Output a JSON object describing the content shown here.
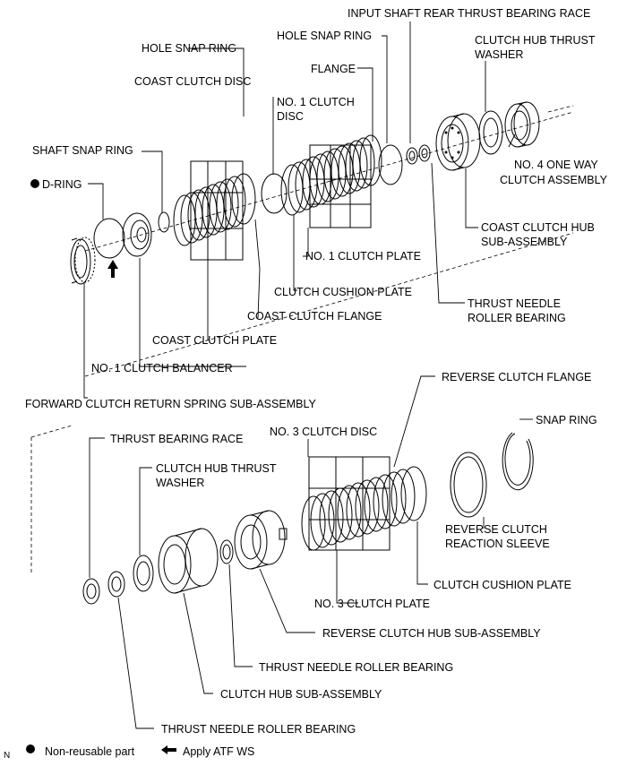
{
  "labels": {
    "input_shaft_rear_thrust_bearing_race": "INPUT SHAFT REAR THRUST BEARING RACE",
    "hole_snap_ring_a": "HOLE SNAP RING",
    "hole_snap_ring_b": "HOLE SNAP RING",
    "clutch_hub_thrust_washer_top_1": "CLUTCH HUB THRUST",
    "clutch_hub_thrust_washer_top_2": "WASHER",
    "flange": "FLANGE",
    "coast_clutch_disc": "COAST CLUTCH DISC",
    "no1_clutch_disc_1": "NO. 1 CLUTCH",
    "no1_clutch_disc_2": "DISC",
    "shaft_snap_ring": "SHAFT SNAP RING",
    "no4_one_way_clutch_1": "NO. 4 ONE WAY",
    "no4_one_way_clutch_2": "CLUTCH ASSEMBLY",
    "d_ring": "D-RING",
    "coast_clutch_hub_1": "COAST CLUTCH HUB",
    "coast_clutch_hub_2": "SUB-ASSEMBLY",
    "no1_clutch_plate": "NO. 1 CLUTCH PLATE",
    "clutch_cushion_plate_top": "CLUTCH CUSHION PLATE",
    "thrust_needle_roller_bearing_top_1": "THRUST NEEDLE",
    "thrust_needle_roller_bearing_top_2": "ROLLER BEARING",
    "coast_clutch_flange": "COAST CLUTCH FLANGE",
    "coast_clutch_plate": "COAST CLUTCH PLATE",
    "no1_clutch_balancer": "NO. 1 CLUTCH BALANCER",
    "forward_clutch_return_spring": "FORWARD CLUTCH RETURN SPRING SUB-ASSEMBLY",
    "reverse_clutch_flange": "REVERSE CLUTCH FLANGE",
    "no3_clutch_disc": "NO. 3 CLUTCH DISC",
    "snap_ring": "SNAP RING",
    "thrust_bearing_race": "THRUST BEARING RACE",
    "clutch_hub_thrust_washer_bottom_1": "CLUTCH HUB THRUST",
    "clutch_hub_thrust_washer_bottom_2": "WASHER",
    "reverse_clutch_reaction_sleeve_1": "REVERSE CLUTCH",
    "reverse_clutch_reaction_sleeve_2": "REACTION SLEEVE",
    "clutch_cushion_plate_bottom": "CLUTCH CUSHION PLATE",
    "no3_clutch_plate": "NO. 3 CLUTCH PLATE",
    "reverse_clutch_hub": "REVERSE CLUTCH HUB SUB-ASSEMBLY",
    "thrust_needle_roller_bearing_mid": "THRUST NEEDLE ROLLER BEARING",
    "clutch_hub_sub_assembly": "CLUTCH HUB SUB-ASSEMBLY",
    "thrust_needle_roller_bearing_bottom": "THRUST NEEDLE ROLLER BEARING"
  },
  "legend": {
    "corner_mark": "N",
    "non_reusable": "Non-reusable part",
    "apply_atf": "Apply ATF WS"
  }
}
